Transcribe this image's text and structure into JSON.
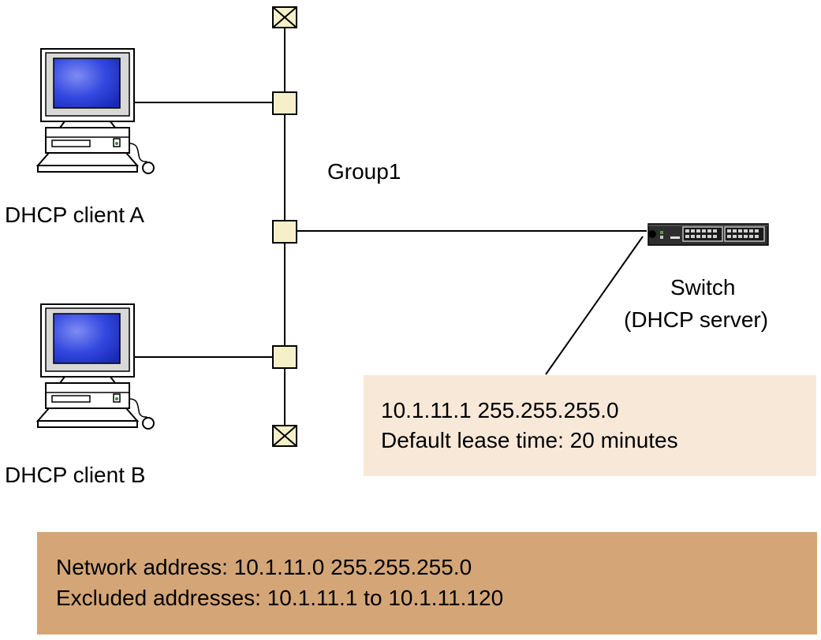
{
  "segment": {
    "name": "Group1"
  },
  "clients": [
    {
      "label": "DHCP client A",
      "icon": "desktop-computer-icon"
    },
    {
      "label": "DHCP client B",
      "icon": "desktop-computer-icon"
    }
  ],
  "server": {
    "label_line1": "Switch",
    "label_line2": "(DHCP server)",
    "icon": "network-switch-icon"
  },
  "server_config": {
    "line1": "10.1.11.1  255.255.255.0",
    "line2": "Default lease time: 20 minutes",
    "background": "#f8e8d8"
  },
  "pool": {
    "line1": "Network address: 10.1.11.0   255.255.255.0",
    "line2": "Excluded addresses: 10.1.11.1 to 10.1.11.120",
    "background": "#d4a677"
  },
  "colors": {
    "connector_fill": "#f5f0c8",
    "screen": "#2a3fd6",
    "line": "#000000"
  }
}
